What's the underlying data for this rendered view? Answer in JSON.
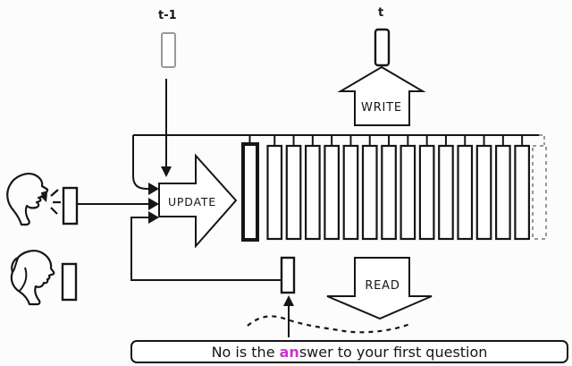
{
  "labels": {
    "prev_timestep": "t-1",
    "curr_timestep": "t"
  },
  "operations": {
    "update": "UPDATE",
    "write": "WRITE",
    "read": "READ"
  },
  "sentence": {
    "prefix": "No is the ",
    "highlight": "an",
    "suffix": "swer to your first question",
    "highlight_color": "#cc33cc"
  },
  "memory": {
    "bold_first_slot": true,
    "regular_slot_count": 14,
    "dashed_last_slot": true
  },
  "icons": {
    "speaker": "speaking-person-icon",
    "listener": "person-profile-icon"
  },
  "colors": {
    "line": "#161616",
    "gray": "#999999",
    "background": "#fcfcfc",
    "highlight": "#cc33cc"
  }
}
